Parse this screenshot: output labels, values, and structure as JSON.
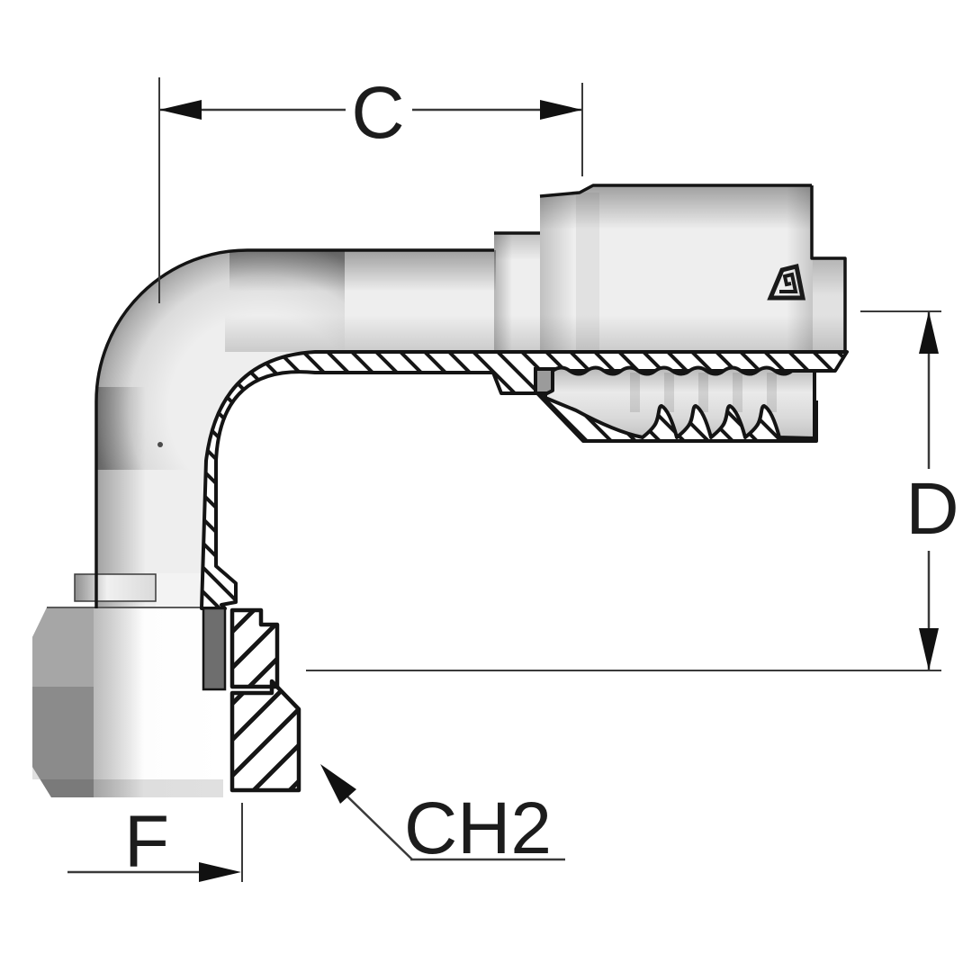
{
  "page": {
    "background_color": "#ffffff"
  },
  "drawing": {
    "subject": "90-degree elbow female swivel hydraulic hose fitting, half-section technical drawing",
    "outline_color": "#141414",
    "dimension_color": "#3a3a3a",
    "hatch_color": "#161616",
    "body_light": "#efefef",
    "body_mid": "#d9d9d9",
    "body_dark": "#8b8b8b",
    "thread_strip_color": "#6e6e6e",
    "labels": {
      "length_c": "C",
      "diameter_d": "D",
      "length_f": "F",
      "hex_ch2": "CH2"
    },
    "logo": "manufacturer-triangle-logo"
  }
}
